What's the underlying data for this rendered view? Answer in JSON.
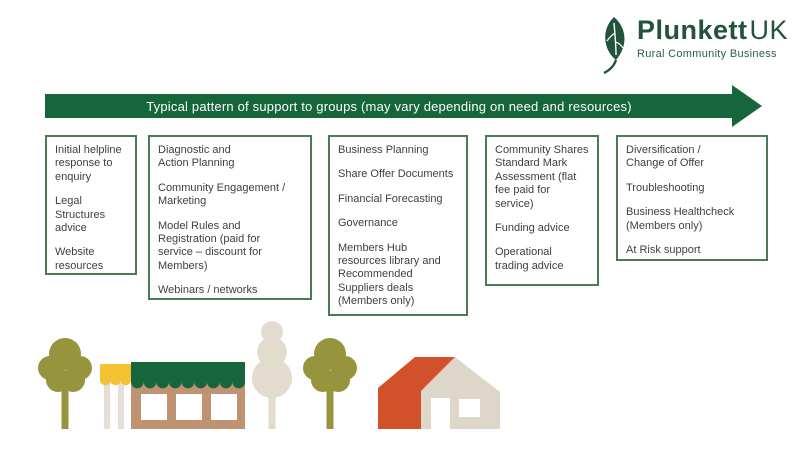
{
  "logo": {
    "brand_bold": "Plunkett",
    "brand_light": "UK",
    "tagline": "Rural Community Business",
    "brand_color": "#23533a",
    "leaf_icon": "leaf-icon"
  },
  "banner": {
    "text": "Typical pattern of support to groups (may vary depending on need and resources)",
    "shape": "right-arrow",
    "background": "#17663b",
    "text_color": "#ffffff"
  },
  "support_stages": [
    {
      "items": [
        "Initial helpline\nresponse to\nenquiry",
        "Legal\nStructures\nadvice",
        "Website\nresources"
      ]
    },
    {
      "items": [
        "Diagnostic and\nAction Planning",
        "Community Engagement /\nMarketing",
        "Model Rules and\nRegistration (paid for\nservice – discount for\nMembers)",
        "Webinars / networks"
      ]
    },
    {
      "items": [
        "Business Planning",
        "Share Offer Documents",
        "Financial Forecasting",
        "Governance",
        "Members Hub\nresources library and\nRecommended\nSuppliers deals\n(Members only)"
      ]
    },
    {
      "items": [
        "Community Shares\nStandard Mark\nAssessment (flat\nfee paid for\nservice)",
        "Funding advice",
        "Operational\ntrading advice"
      ]
    },
    {
      "items": [
        "Diversification /\nChange of Offer",
        "Troubleshooting",
        "Business Healthcheck\n(Members only)",
        "At Risk support"
      ]
    }
  ],
  "illustration": {
    "icons": [
      "tree-icon",
      "shop-icon",
      "poplar-tree-icon",
      "tree-icon",
      "house-icon"
    ],
    "colors": {
      "tree_olive": "#96953d",
      "awning_yellow": "#f2c230",
      "awning_green": "#17663b",
      "shop_wall_tan": "#bf9372",
      "shop_pillar_pale": "#e6e0d4",
      "poplar_pale": "#e3dbce",
      "roof_red": "#d0512a",
      "house_body_beige": "#ded6c9"
    }
  },
  "styles": {
    "box_border_green": "#4a7c52",
    "body_text": "#3f3f3f",
    "banner_green": "#17663b"
  }
}
